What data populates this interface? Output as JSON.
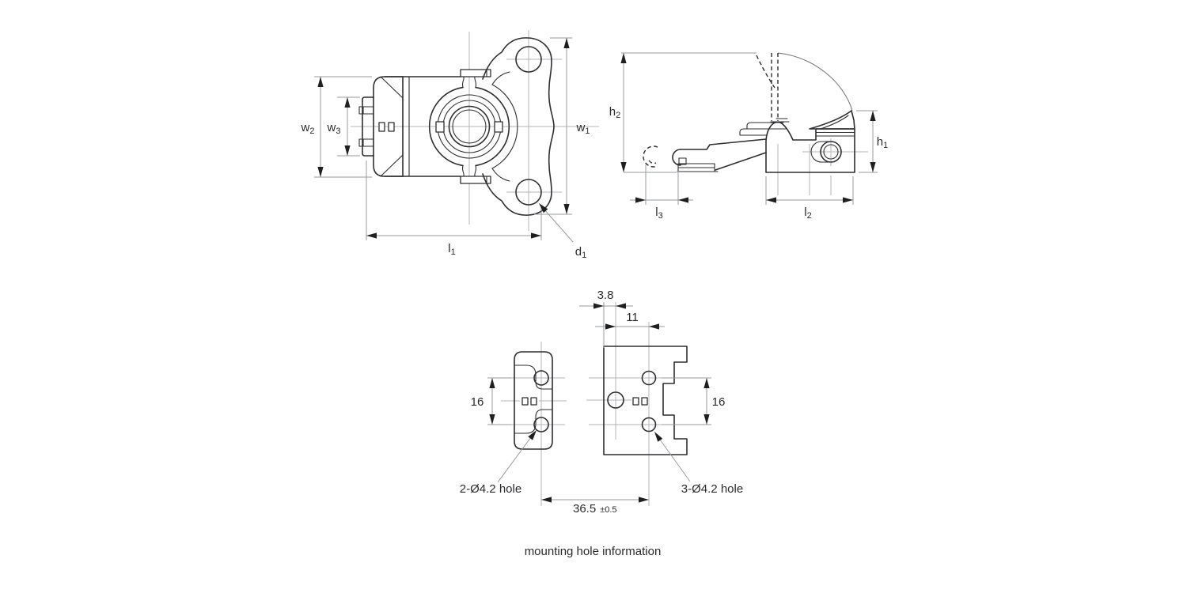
{
  "drawing": {
    "front_view": {
      "w1": {
        "base": "w",
        "sub": "1"
      },
      "w2": {
        "base": "w",
        "sub": "2"
      },
      "w3": {
        "base": "w",
        "sub": "3"
      },
      "l1": {
        "base": "l",
        "sub": "1"
      },
      "d1": {
        "base": "d",
        "sub": "1"
      }
    },
    "side_view": {
      "h1": {
        "base": "h",
        "sub": "1"
      },
      "h2": {
        "base": "h",
        "sub": "2"
      },
      "l2": {
        "base": "l",
        "sub": "2"
      },
      "l3": {
        "base": "l",
        "sub": "3"
      }
    },
    "mounting_view": {
      "dim_3_8": "3.8",
      "dim_11": "11",
      "dim_16_left": "16",
      "dim_16_right": "16",
      "dim_36_5": "36.5",
      "dim_36_5_tol": "±0.5",
      "label_2_holes": "2-Ø4.2 hole",
      "label_3_holes": "3-Ø4.2 hole",
      "caption": "mounting hole information"
    },
    "colors": {
      "line": "#2e2e30",
      "centerline": "#b4b6b8",
      "dimension_line": "#97999c",
      "arrow": "#1f1f1f",
      "background": "#ffffff"
    }
  }
}
